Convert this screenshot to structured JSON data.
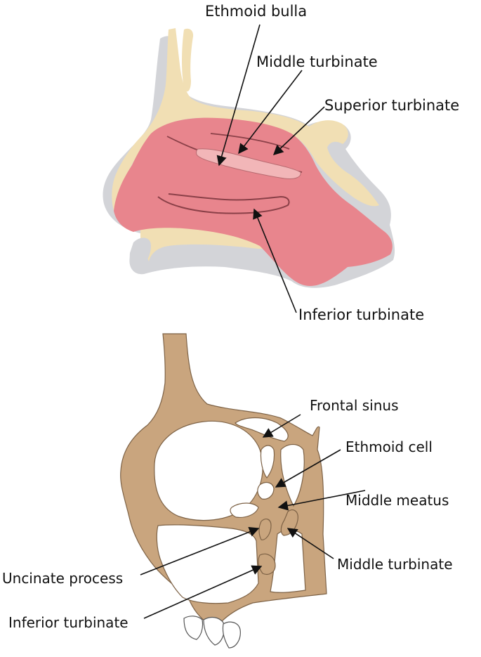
{
  "upper_diagram": {
    "labels": {
      "ethmoid_bulla": "Ethmoid bulla",
      "middle_turbinate": "Middle turbinate",
      "superior_turbinate": "Superior turbinate",
      "inferior_turbinate": "Inferior turbinate"
    }
  },
  "lower_diagram": {
    "labels": {
      "frontal_sinus": "Frontal sinus",
      "ethmoid_cell": "Ethmoid cell",
      "middle_meatus": "Middle meatus",
      "middle_turbinate": "Middle turbinate",
      "uncinate_process": "Uncinate process",
      "inferior_turbinate": "Inferior turbinate"
    }
  },
  "colors": {
    "bone_upper": "#f1dfb4",
    "soft_tissue_gray": "#d3d4d8",
    "mucosa_pink": "#e8858d",
    "mucosa_light": "#f2b6b8",
    "bone_lower": "#c9a57e",
    "bone_lower_dark": "#b08a63"
  }
}
